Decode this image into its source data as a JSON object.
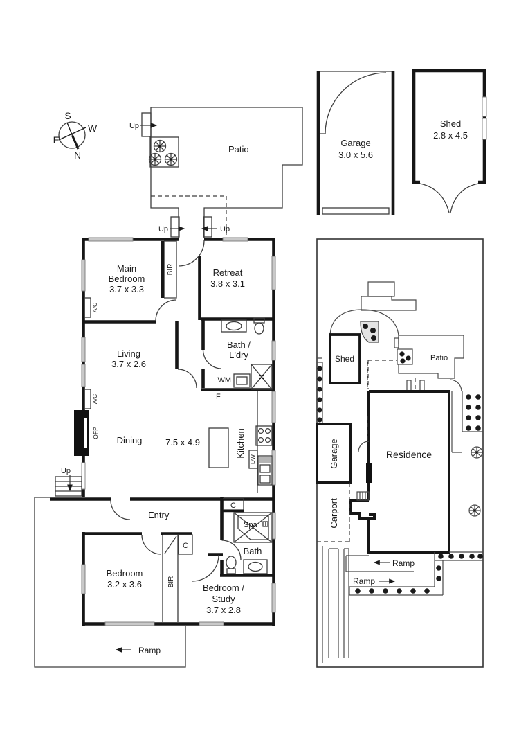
{
  "colors": {
    "wall": "#161616",
    "thin_line": "#3d3d3d",
    "window_fill": "#c9c9c9",
    "background": "#ffffff"
  },
  "compass": {
    "north": "N",
    "south": "S",
    "east": "E",
    "west": "W"
  },
  "outbuildings": {
    "garage": {
      "name": "Garage",
      "dim": "3.0 x 5.6"
    },
    "shed": {
      "name": "Shed",
      "dim": "2.8 x 4.5"
    }
  },
  "patio": {
    "label": "Patio"
  },
  "rooms": {
    "main_bedroom": {
      "name1": "Main",
      "name2": "Bedroom",
      "dim": "3.7 x 3.3"
    },
    "retreat": {
      "name": "Retreat",
      "dim": "3.8 x 3.1"
    },
    "living": {
      "name": "Living",
      "dim": "3.7 x 2.6"
    },
    "bath_ldry": {
      "name1": "Bath /",
      "name2": "L'dry"
    },
    "dining": {
      "name": "Dining",
      "dim": "7.5 x 4.9"
    },
    "kitchen": {
      "name": "Kitchen"
    },
    "entry": {
      "name": "Entry"
    },
    "bath": {
      "name": "Bath"
    },
    "bedroom": {
      "name": "Bedroom",
      "dim": "3.2 x 3.6"
    },
    "study": {
      "name1": "Bedroom /",
      "name2": "Study",
      "dim": "3.7 x 2.8"
    }
  },
  "fixtures": {
    "bir": "BIR",
    "ac": "A/C",
    "ofp": "OFP",
    "wm": "WM",
    "fridge": "F",
    "dishwasher": "DW",
    "cupboard": "C",
    "spa": "Spa"
  },
  "annotations": {
    "up": "Up",
    "ramp": "Ramp"
  },
  "siteplan": {
    "shed": "Shed",
    "patio": "Patio",
    "garage": "Garage",
    "carport": "Carport",
    "residence": "Residence",
    "ramp": "Ramp"
  }
}
